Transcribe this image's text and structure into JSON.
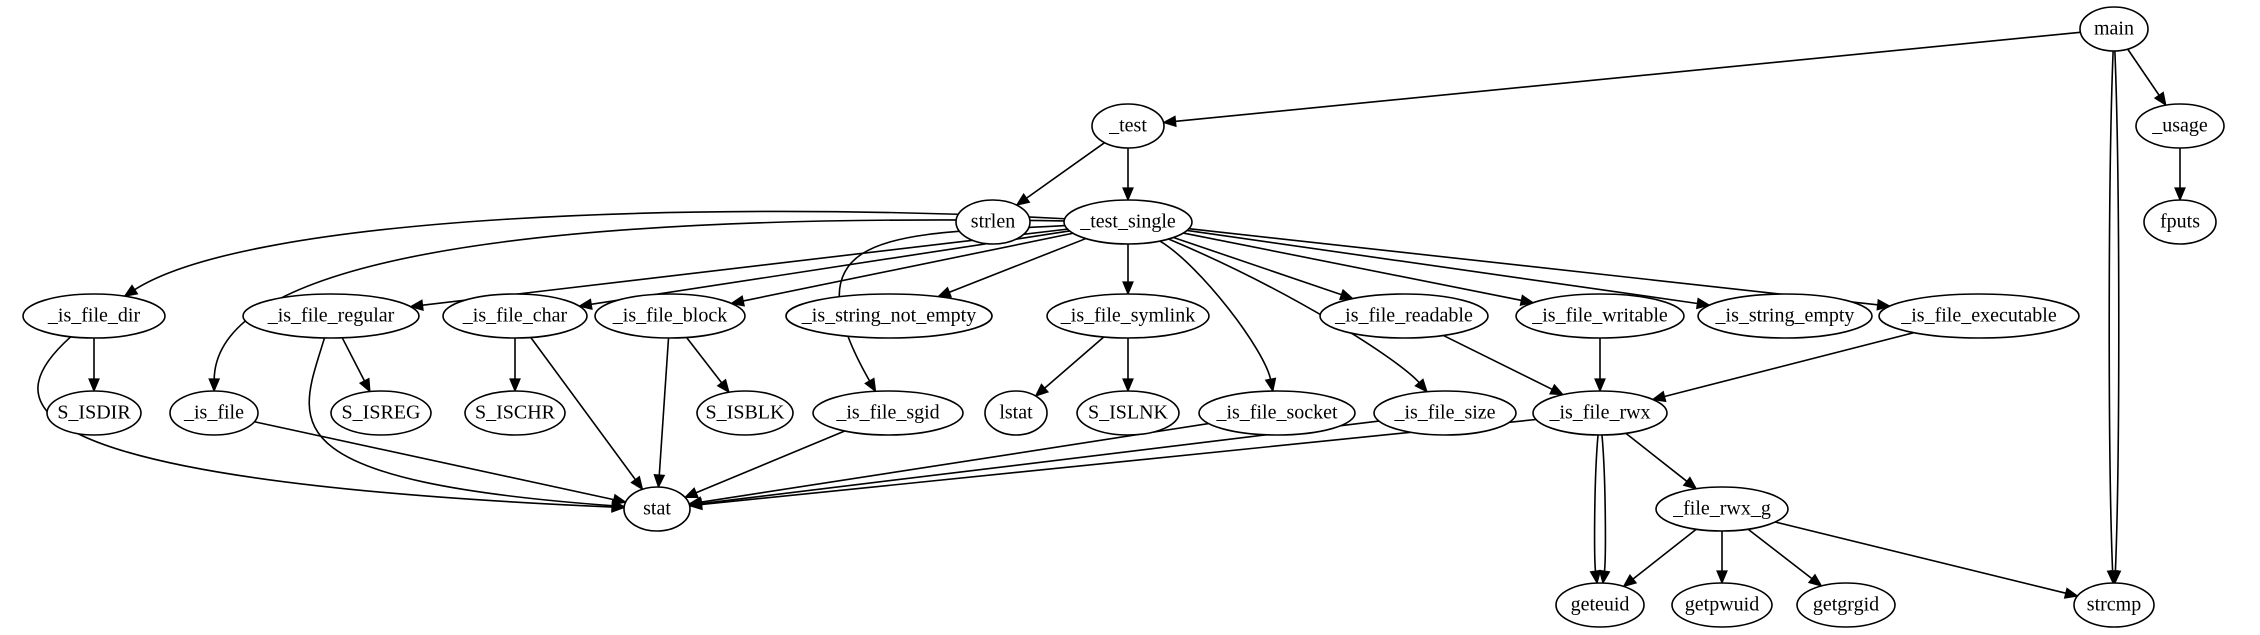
{
  "graph": {
    "type": "call-graph",
    "nodes": [
      {
        "id": "main",
        "label": "main"
      },
      {
        "id": "_test",
        "label": "_test"
      },
      {
        "id": "_usage",
        "label": "_usage"
      },
      {
        "id": "strlen",
        "label": "strlen"
      },
      {
        "id": "_test_single",
        "label": "_test_single"
      },
      {
        "id": "fputs",
        "label": "fputs"
      },
      {
        "id": "_is_file_dir",
        "label": "_is_file_dir"
      },
      {
        "id": "_is_file_regular",
        "label": "_is_file_regular"
      },
      {
        "id": "_is_file_char",
        "label": "_is_file_char"
      },
      {
        "id": "_is_file_block",
        "label": "_is_file_block"
      },
      {
        "id": "_is_string_not_empty",
        "label": "_is_string_not_empty"
      },
      {
        "id": "_is_file_symlink",
        "label": "_is_file_symlink"
      },
      {
        "id": "_is_file_readable",
        "label": "_is_file_readable"
      },
      {
        "id": "_is_file_writable",
        "label": "_is_file_writable"
      },
      {
        "id": "_is_string_empty",
        "label": "_is_string_empty"
      },
      {
        "id": "_is_file_executable",
        "label": "_is_file_executable"
      },
      {
        "id": "S_ISDIR",
        "label": "S_ISDIR"
      },
      {
        "id": "_is_file",
        "label": "_is_file"
      },
      {
        "id": "S_ISREG",
        "label": "S_ISREG"
      },
      {
        "id": "S_ISCHR",
        "label": "S_ISCHR"
      },
      {
        "id": "S_ISBLK",
        "label": "S_ISBLK"
      },
      {
        "id": "_is_file_sgid",
        "label": "_is_file_sgid"
      },
      {
        "id": "lstat",
        "label": "lstat"
      },
      {
        "id": "S_ISLNK",
        "label": "S_ISLNK"
      },
      {
        "id": "_is_file_socket",
        "label": "_is_file_socket"
      },
      {
        "id": "_is_file_size",
        "label": "_is_file_size"
      },
      {
        "id": "_is_file_rwx",
        "label": "_is_file_rwx"
      },
      {
        "id": "stat",
        "label": "stat"
      },
      {
        "id": "_file_rwx_g",
        "label": "_file_rwx_g"
      },
      {
        "id": "geteuid",
        "label": "geteuid"
      },
      {
        "id": "getpwuid",
        "label": "getpwuid"
      },
      {
        "id": "getgrgid",
        "label": "getgrgid"
      },
      {
        "id": "strcmp",
        "label": "strcmp"
      }
    ],
    "edges": [
      {
        "from": "main",
        "to": "_test"
      },
      {
        "from": "main",
        "to": "strcmp"
      },
      {
        "from": "main",
        "to": "strcmp"
      },
      {
        "from": "main",
        "to": "_usage"
      },
      {
        "from": "_usage",
        "to": "fputs"
      },
      {
        "from": "_test",
        "to": "strlen"
      },
      {
        "from": "_test",
        "to": "_test_single"
      },
      {
        "from": "_test_single",
        "to": "_is_file_dir"
      },
      {
        "from": "_test_single",
        "to": "_is_file"
      },
      {
        "from": "_test_single",
        "to": "_is_file_regular"
      },
      {
        "from": "_test_single",
        "to": "_is_file_char"
      },
      {
        "from": "_test_single",
        "to": "_is_file_block"
      },
      {
        "from": "_test_single",
        "to": "_is_file_sgid"
      },
      {
        "from": "_test_single",
        "to": "_is_string_not_empty"
      },
      {
        "from": "_test_single",
        "to": "_is_file_symlink"
      },
      {
        "from": "_test_single",
        "to": "_is_file_socket"
      },
      {
        "from": "_test_single",
        "to": "_is_file_size"
      },
      {
        "from": "_test_single",
        "to": "_is_file_readable"
      },
      {
        "from": "_test_single",
        "to": "_is_file_writable"
      },
      {
        "from": "_test_single",
        "to": "_is_string_empty"
      },
      {
        "from": "_test_single",
        "to": "_is_file_executable"
      },
      {
        "from": "_is_file_dir",
        "to": "S_ISDIR"
      },
      {
        "from": "_is_file_dir",
        "to": "stat"
      },
      {
        "from": "_is_file_regular",
        "to": "S_ISREG"
      },
      {
        "from": "_is_file_regular",
        "to": "stat"
      },
      {
        "from": "_is_file_char",
        "to": "S_ISCHR"
      },
      {
        "from": "_is_file_char",
        "to": "stat"
      },
      {
        "from": "_is_file_block",
        "to": "S_ISBLK"
      },
      {
        "from": "_is_file_block",
        "to": "stat"
      },
      {
        "from": "_is_file_symlink",
        "to": "lstat"
      },
      {
        "from": "_is_file_symlink",
        "to": "S_ISLNK"
      },
      {
        "from": "_is_file",
        "to": "stat"
      },
      {
        "from": "_is_file_sgid",
        "to": "stat"
      },
      {
        "from": "_is_file_socket",
        "to": "stat"
      },
      {
        "from": "_is_file_size",
        "to": "stat"
      },
      {
        "from": "_is_file_readable",
        "to": "_is_file_rwx"
      },
      {
        "from": "_is_file_writable",
        "to": "_is_file_rwx"
      },
      {
        "from": "_is_file_executable",
        "to": "_is_file_rwx"
      },
      {
        "from": "_is_file_rwx",
        "to": "stat"
      },
      {
        "from": "_is_file_rwx",
        "to": "geteuid"
      },
      {
        "from": "_is_file_rwx",
        "to": "geteuid"
      },
      {
        "from": "_is_file_rwx",
        "to": "_file_rwx_g"
      },
      {
        "from": "_file_rwx_g",
        "to": "geteuid"
      },
      {
        "from": "_file_rwx_g",
        "to": "getpwuid"
      },
      {
        "from": "_file_rwx_g",
        "to": "getgrgid"
      },
      {
        "from": "_file_rwx_g",
        "to": "strcmp"
      }
    ]
  }
}
